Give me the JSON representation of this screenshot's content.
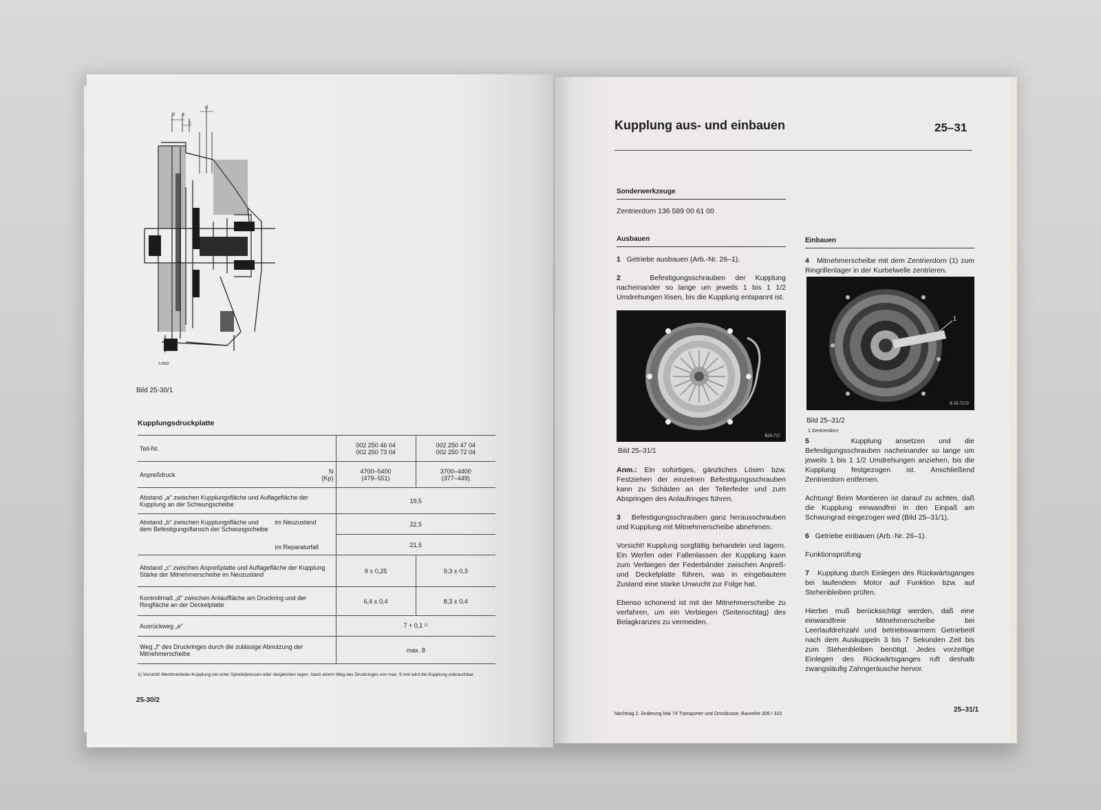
{
  "left_page": {
    "figure_labels": {
      "b": "b",
      "a": "a",
      "c": "c",
      "d": "d",
      "code": "2-3503"
    },
    "figure_caption": "Bild 25-30/1",
    "table_title": "Kupplungsdruckplatte",
    "table": {
      "teil_nr_label": "Teil-Nr.",
      "teil_nr_1": "002 250 46 04",
      "teil_nr_1b": "002 250 73 04",
      "teil_nr_2": "002 250 47 04",
      "teil_nr_2b": "002 250 72 04",
      "anpress_label": "Anpreßdruck",
      "anpress_units": "N",
      "anpress_units2": "(Kp)",
      "anpress_1": "4700–5400",
      "anpress_1b": "(479–551)",
      "anpress_2": "3700–4400",
      "anpress_2b": "(377–449)",
      "abstand_a_label": "Abstand „a\" zwischen Kupplungsfläche und Auflagefläche der Kupplung an der Schwungscheibe",
      "abstand_a_value": "19,5",
      "abstand_b_label": "Abstand „b\" zwischen Kupplungsfläche und dem Befestigungsflansch der Schwungscheibe",
      "neuzustand": "im Neuzustand",
      "abstand_b_neu": "22,5",
      "reparaturfall": "im Reparaturfall",
      "abstand_b_rep": "21,5",
      "abstand_c_label": "Abstand „c\" zwischen Anpreßplatte und Auflagefläche der Kupplung Stärke der Mitnehmerscheibe im Neuzustand",
      "abstand_c_1": "9 ± 0,25",
      "abstand_c_2": "9,3 ± 0,3",
      "kontroll_label": "Kontrollmaß „d\" zwischen Anlauffläche am Druckring und der Ringfläche an der Deckelplatte",
      "kontroll_1": "6,4 ± 0,4",
      "kontroll_2": "8,3 ± 0,4",
      "ausrueck_label": "Ausrückweg „e\"",
      "ausrueck_value": "7 + 0,1 ¹⁾",
      "weg_label": "Weg „f\" des Druckringes durch die zulässige Abnutzung der Mitnehmerscheibe",
      "weg_value": "max. 8"
    },
    "footnote": "1) Vorsicht! Membranfeder-Kupplung nie unter Spindelpressen oder dergleichen legen. Nach einem Weg des Druckringes von max. 9 mm wird die Kupplung unbrauchbar",
    "page_number": "25-30/2"
  },
  "right_page": {
    "title": "Kupplung aus- und einbauen",
    "number": "25–31",
    "sonder_head": "Sonderwerkzeuge",
    "sonder_text": "Zentrierdorn  136 589 00 61 00",
    "ausbauen_head": "Ausbauen",
    "aus_1_num": "1",
    "aus_1": "Getriebe ausbauen (Arb.-Nr. 26–1).",
    "aus_2_num": "2",
    "aus_2": "Befestigungsschrauben der Kupplung nacheinander so lange um jeweils 1 bis 1 1/2 Umdrehungen lösen, bis die Kupplung entspannt ist.",
    "photo1_tag": "B25-717",
    "photo1_caption": "Bild 25–31/1",
    "anm_label": "Anm.:",
    "anm_text": "Ein sofortiges, gänzliches Lösen bzw. Festziehen der einzelnen Befestigungsschrauben kann zu Schäden an der Tellerfeder und zum Abspringen des Anlaufringes führen.",
    "aus_3_num": "3",
    "aus_3": "Befestigungsschrauben ganz herausschrauben und Kupplung mit Mitnehmerscheibe abnehmen.",
    "vorsicht": "Vorsicht! Kupplung sorgfältig behandeln und lagern. Ein Werfen oder Fallenlassen der Kupplung kann zum Verbiegen der Federbänder zwischen Anpreß- und Deckelplatte führen, was in eingebautem Zustand eine starke Unwucht zur Folge hat.",
    "ebenso": "Ebenso schonend ist mit der Mitnehmerscheibe zu verfahren, um ein Verbiegen (Seitenschlag) des Belagkranzes zu vermeiden.",
    "einbauen_head": "Einbauen",
    "ein_4_num": "4",
    "ein_4": "Mitnehmerscheibe mit dem Zentrierdorn (1) zum Ringrillenlager in der Kurbelwelle zentrieren.",
    "photo2_label": "1",
    "photo2_tag": "B 25-7172",
    "photo2_caption": "Bild 25–31/2",
    "photo2_legend": "1  Zentrierdorn",
    "ein_5_num": "5",
    "ein_5": "Kupplung ansetzen und die Befestigungsschrauben nacheinander so lange um jeweils 1 bis 1 1/2 Umdrehungen anziehen, bis die Kupplung festgezogen ist. Anschließend Zentrierdorn entfernen.",
    "achtung": "Achtung! Beim Montieren ist darauf zu achten, daß die Kupplung einwandfrei in den Einpaß am Schwungrad eingezogen wird (Bild 25–31/1).",
    "ein_6_num": "6",
    "ein_6": "Getriebe einbauen (Arb.-Nr. 26–1).",
    "funktion_head": "Funktionsprüfung",
    "ein_7_num": "7",
    "ein_7": "Kupplung durch Einlegen des Rückwärtsganges bei laufendem Motor auf Funktion bzw. auf Stehenbleiben prüfen.",
    "hierbei": "Hierbei muß berücksichtigt werden, daß eine einwandfreie Mitnehmerscheibe bei Leerlaufdrehzahl und betriebswarmem Getriebeöl nach dem Auskuppeln 3 bis 7 Sekunden Zeit bis zum Stehenbleiben benötigt. Jedes vorzeitige Einlegen des Rückwärtsganges ruft deshalb zwangsläufig Zahngeräusche hervor.",
    "footer": "Nachtrag 2, Änderung Mai 74 Transporter und Omnibusse, Baureihe 309 / 310",
    "page_number": "25–31/1"
  }
}
